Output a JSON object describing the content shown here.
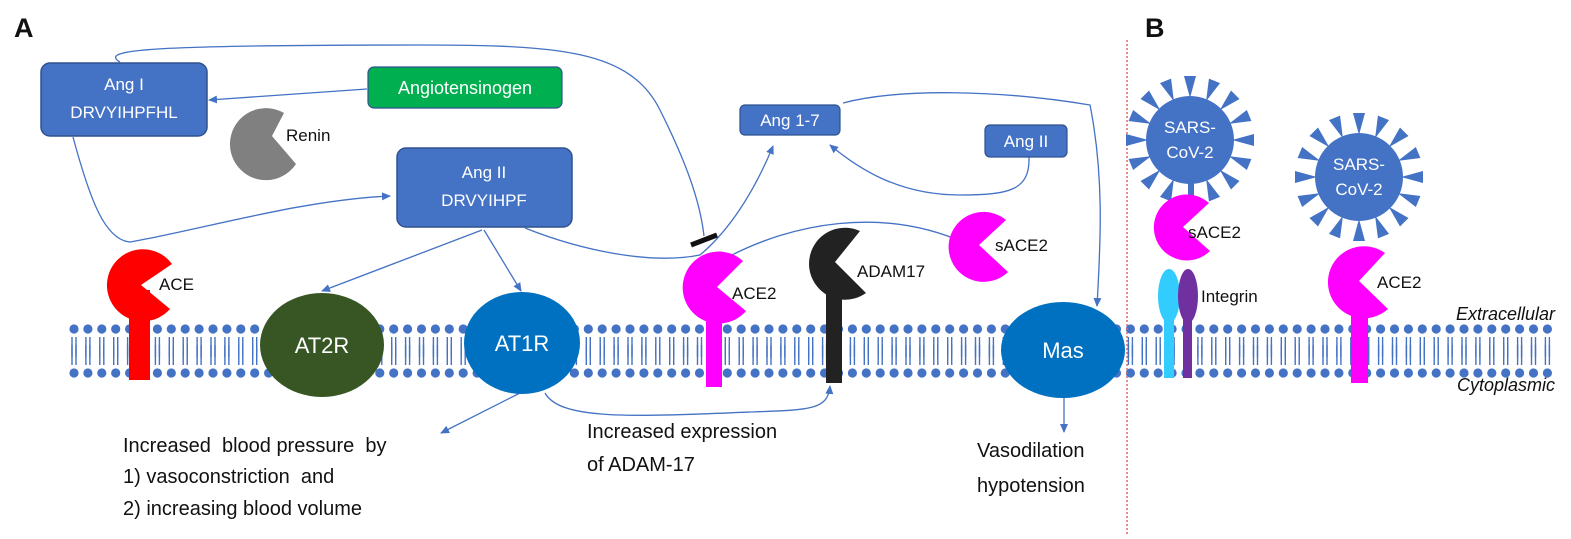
{
  "panels": {
    "a": "A",
    "b": "B"
  },
  "nodes": {
    "ang1_line1": "Ang I",
    "ang1_line2": "DRVYIHPFHL",
    "angiotensinogen": "Angiotensinogen",
    "renin": "Renin",
    "ang2_line1": "Ang II",
    "ang2_line2": "DRVYIHPF",
    "ang17": "Ang 1-7",
    "ang2_small": "Ang II",
    "ace": "ACE",
    "ace2": "ACE2",
    "adam17": "ADAM17",
    "sace2": "sACE2",
    "at2r": "AT2R",
    "at1r": "AT1R",
    "mas": "Mas"
  },
  "panel_b": {
    "virus1_line1": "SARS-",
    "virus1_line2": "CoV-2",
    "virus2_line1": "SARS-",
    "virus2_line2": "CoV-2",
    "sace2": "sACE2",
    "integrin": "Integrin",
    "ace2": "ACE2"
  },
  "membrane": {
    "extracellular": "Extracellular",
    "cytoplasmic": "Cytoplasmic"
  },
  "outcomes": {
    "bp_line1": "Increased  blood pressure  by",
    "bp_line2": "1) vasoconstriction  and",
    "bp_line3": "2) increasing blood volume",
    "adam_line1": "Increased expression",
    "adam_line2": "of ADAM-17",
    "vaso_line1": "Vasodilation",
    "vaso_line2": "hypotension"
  },
  "colors": {
    "node_blue": "#4472c4",
    "node_green": "#00b050",
    "ace_red": "#ff0000",
    "ace2_magenta": "#ff00ff",
    "adam_black": "#222222",
    "renin_gray": "#808080",
    "at2r_green": "#375623",
    "receptor_blue": "#0070c0",
    "membrane_blue": "#4472c4",
    "integrin_cyan": "#33ccff",
    "integrin_purple": "#7030a0",
    "divider_red": "#e06666"
  }
}
